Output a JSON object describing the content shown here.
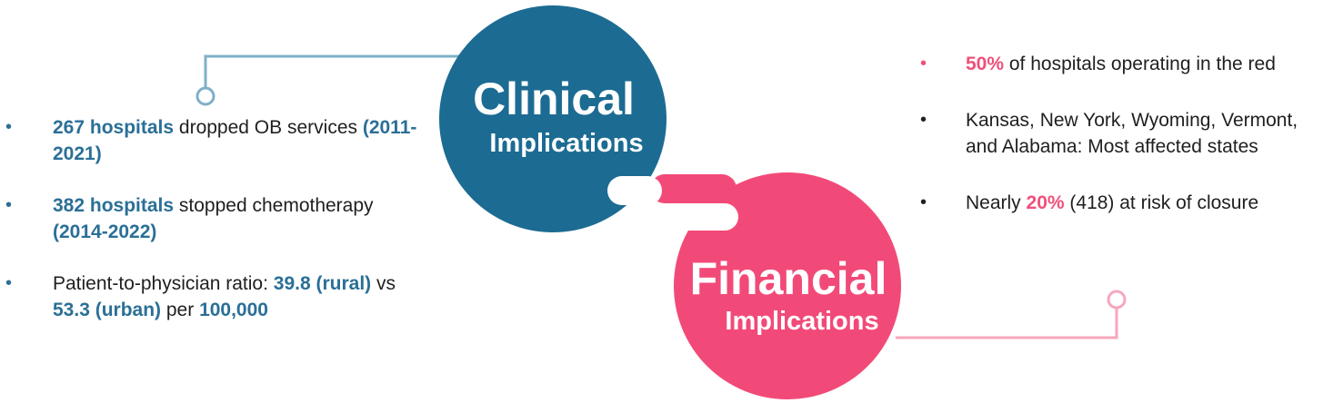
{
  "clinical": {
    "title": "Clinical",
    "subtitle": "Implications",
    "color": "#1c6b93",
    "items": [
      {
        "parts": [
          {
            "t": "267 hospitals",
            "hl": true
          },
          {
            "t": " dropped OB services ",
            "hl": false
          },
          {
            "t": "(2011-2021)",
            "hl": true
          }
        ]
      },
      {
        "parts": [
          {
            "t": "382 hospitals",
            "hl": true
          },
          {
            "t": " stopped chemotherapy ",
            "hl": false
          },
          {
            "t": "(2014-2022)",
            "hl": true
          }
        ]
      },
      {
        "parts": [
          {
            "t": "Patient-to-physician ratio: ",
            "hl": false
          },
          {
            "t": "39.8 (rural)",
            "hl": true
          },
          {
            "t": " vs ",
            "hl": false
          },
          {
            "t": "53.3 (urban)",
            "hl": true
          },
          {
            "t": " per ",
            "hl": false
          },
          {
            "t": "100,000",
            "hl": true
          }
        ]
      }
    ]
  },
  "financial": {
    "title": "Financial",
    "subtitle": "Implications",
    "color": "#f24a78",
    "items": [
      {
        "parts": [
          {
            "t": "50%",
            "hl": true
          },
          {
            "t": " of hospitals operating in the red",
            "hl": false
          }
        ]
      },
      {
        "parts": [
          {
            "t": "Kansas, New York, Wyoming, Vermont, and Alabama: Most affected states",
            "hl": false
          }
        ]
      },
      {
        "parts": [
          {
            "t": "Nearly ",
            "hl": false
          },
          {
            "t": "20%",
            "hl": true
          },
          {
            "t": " (418) at risk of closure",
            "hl": false
          }
        ]
      }
    ]
  }
}
